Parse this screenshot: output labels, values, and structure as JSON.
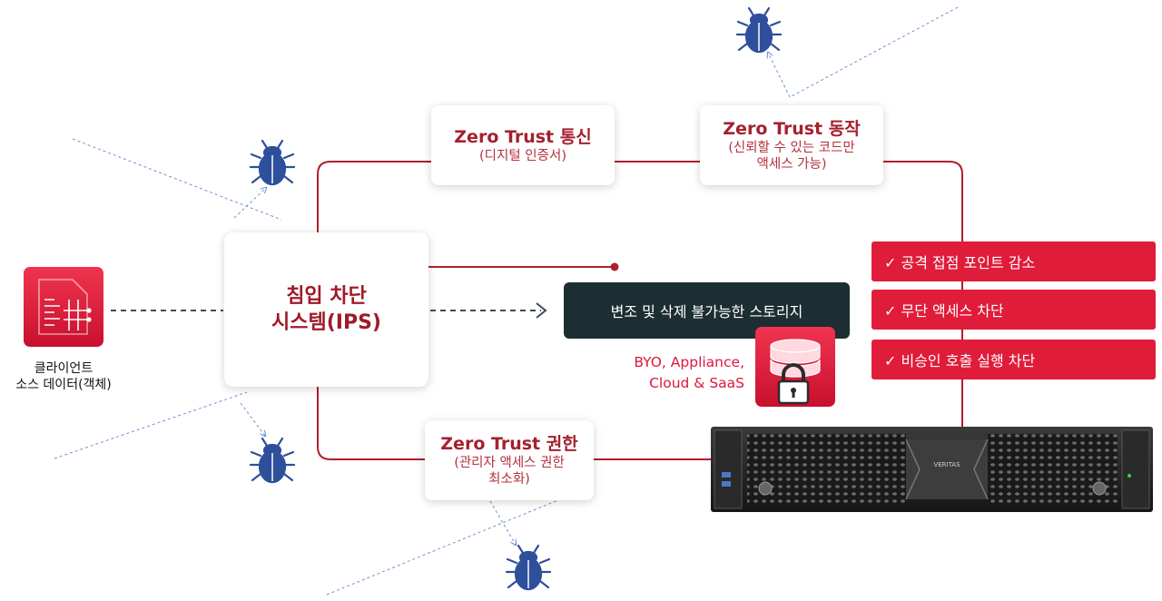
{
  "client": {
    "label_line1": "클라이언트",
    "label_line2": "소스 데이터(객체)",
    "icon": "data-file-icon"
  },
  "ips": {
    "title_line1": "침입 차단",
    "title_line2": "시스템(IPS)"
  },
  "zt_comm": {
    "title": "Zero Trust 통신",
    "subtitle": "(디지털 인증서)"
  },
  "zt_action": {
    "title": "Zero Trust 동작",
    "subtitle_line1": "(신뢰할 수 있는 코드만",
    "subtitle_line2": "액세스 가능)"
  },
  "zt_auth": {
    "title": "Zero Trust 권한",
    "subtitle_line1": "(관리자 액세스 권한",
    "subtitle_line2": "최소화)"
  },
  "storage": {
    "label": "변조 및 삭제 불가능한 스토리지",
    "byo_line1": "BYO, Appliance,",
    "byo_line2": "Cloud & SaaS",
    "icon": "locked-database-icon"
  },
  "benefits": [
    "✓ 공격 접점 포인트 감소",
    "✓ 무단 액세스 차단",
    "✓ 비승인 호출 실행 차단"
  ],
  "appliance": {
    "icon": "server-appliance-icon",
    "brand": "VERITAS"
  },
  "threat_icon": "bug-icon",
  "colors": {
    "accent_red": "#e01c3b",
    "dark_red": "#a5202e",
    "line_red": "#b01e2c",
    "storage_dark": "#1d2e33",
    "bug_blue": "#2e4f9c"
  }
}
